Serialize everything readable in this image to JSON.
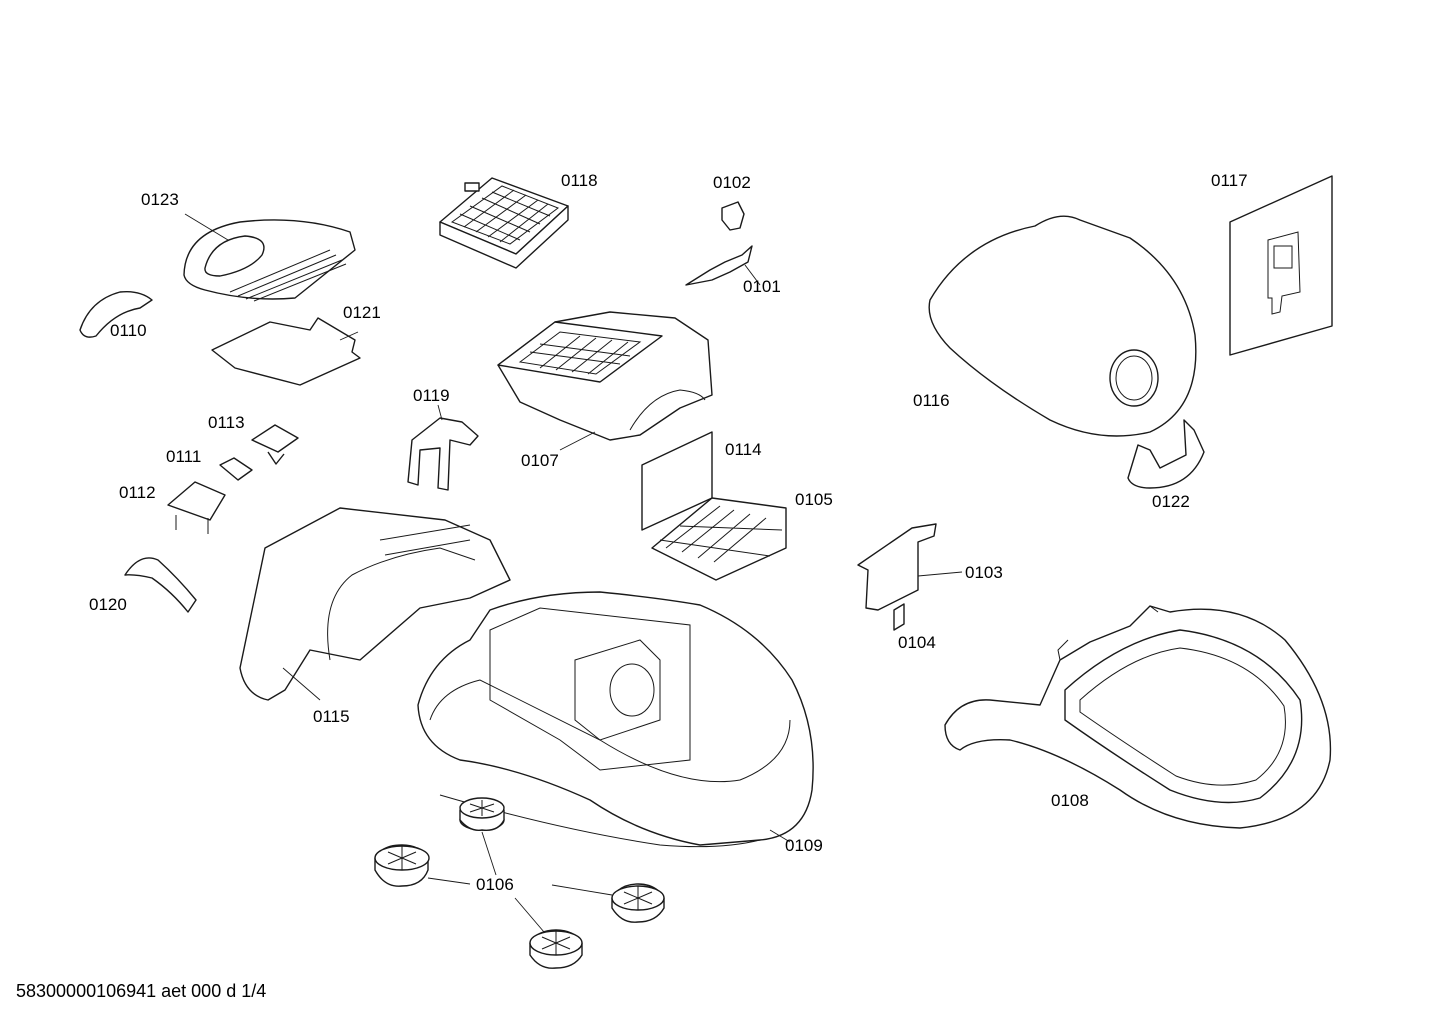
{
  "diagram": {
    "labels": {
      "p0101": "0101",
      "p0102": "0102",
      "p0103": "0103",
      "p0104": "0104",
      "p0105": "0105",
      "p0106": "0106",
      "p0107": "0107",
      "p0108": "0108",
      "p0109": "0109",
      "p0110": "0110",
      "p0111": "0111",
      "p0112": "0112",
      "p0113": "0113",
      "p0114": "0114",
      "p0115": "0115",
      "p0116": "0116",
      "p0117": "0117",
      "p0118": "0118",
      "p0119": "0119",
      "p0120": "0120",
      "p0121": "0121",
      "p0122": "0122",
      "p0123": "0123"
    },
    "footer": "58300000106941 aet 000 d 1/4"
  }
}
